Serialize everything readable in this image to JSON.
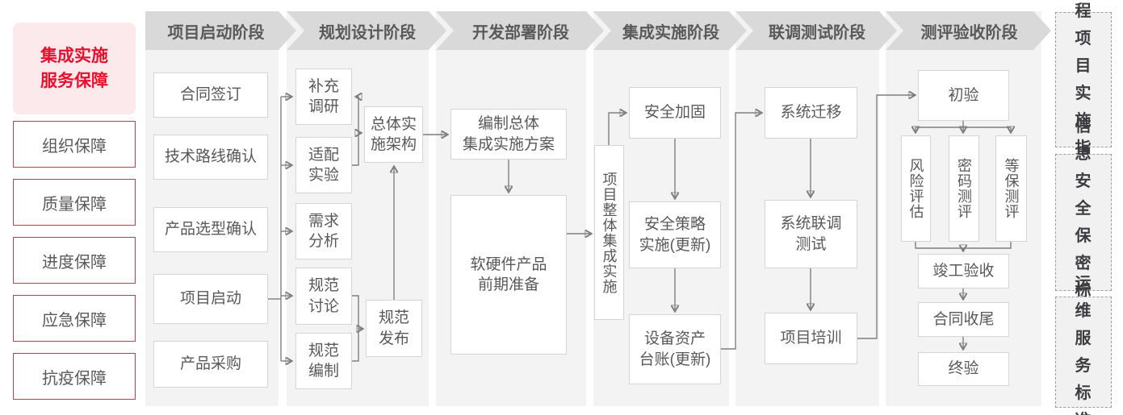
{
  "palette": {
    "accent_red": "#e4112f",
    "red_border": "#c23a50",
    "pink_bg": "#fce9ec",
    "chevron_gray": "#d9d9d9",
    "strip_gray": "#f3f3f4",
    "line_gray": "#7f7f7f",
    "text_gray": "#595959",
    "dark_text": "#3d3d3f"
  },
  "sidebar": {
    "title": "集成实施\n服务保障",
    "items": [
      "组织保障",
      "质量保障",
      "进度保障",
      "应急保障",
      "抗疫保障"
    ]
  },
  "phases": [
    {
      "header": "项目启动阶段",
      "steps": {
        "contract_signing": "合同签订",
        "tech_route_confirm": "技术路线确认",
        "product_selection_confirm": "产品选型确认",
        "project_kickoff": "项目启动",
        "product_procurement": "产品采购"
      }
    },
    {
      "header": "规划设计阶段",
      "steps": {
        "supplementary_research": "补充\n调研",
        "adaptation_test": "适配\n实验",
        "requirement_analysis": "需求\n分析",
        "spec_discussion": "规范\n讨论",
        "spec_drafting": "规范\n编制",
        "overall_impl_architecture": "总体实\n施架构",
        "spec_release": "规范\n发布"
      }
    },
    {
      "header": "开发部署阶段",
      "steps": {
        "overall_integration_plan": "编制总体\n集成实施方案",
        "hw_sw_preparation": "软硬件产品\n前期准备"
      }
    },
    {
      "header": "集成实施阶段",
      "steps": {
        "overall_integration_impl": "项目整体集成实施",
        "security_hardening": "安全加固",
        "security_policy_impl": "安全策略\n实施(更新)",
        "asset_ledger_update": "设备资产\n台账(更新)"
      }
    },
    {
      "header": "联调测试阶段",
      "steps": {
        "system_migration": "系统迁移",
        "joint_testing": "系统联调\n测试",
        "project_training": "项目培训"
      }
    },
    {
      "header": "测评验收阶段",
      "steps": {
        "preliminary_acceptance": "初验",
        "risk_assessment": "风险评估",
        "crypto_evaluation": "密码测评",
        "mlps_evaluation": "等保测评",
        "completion_acceptance": "竣工验收",
        "contract_closure": "合同收尾",
        "final_acceptance": "终验"
      }
    }
  ],
  "right_panel": {
    "guides": [
      "工程\n项目\n实施\n指引",
      "信息\n安全\n保密\n标准",
      "运维\n服务\n标准"
    ]
  }
}
